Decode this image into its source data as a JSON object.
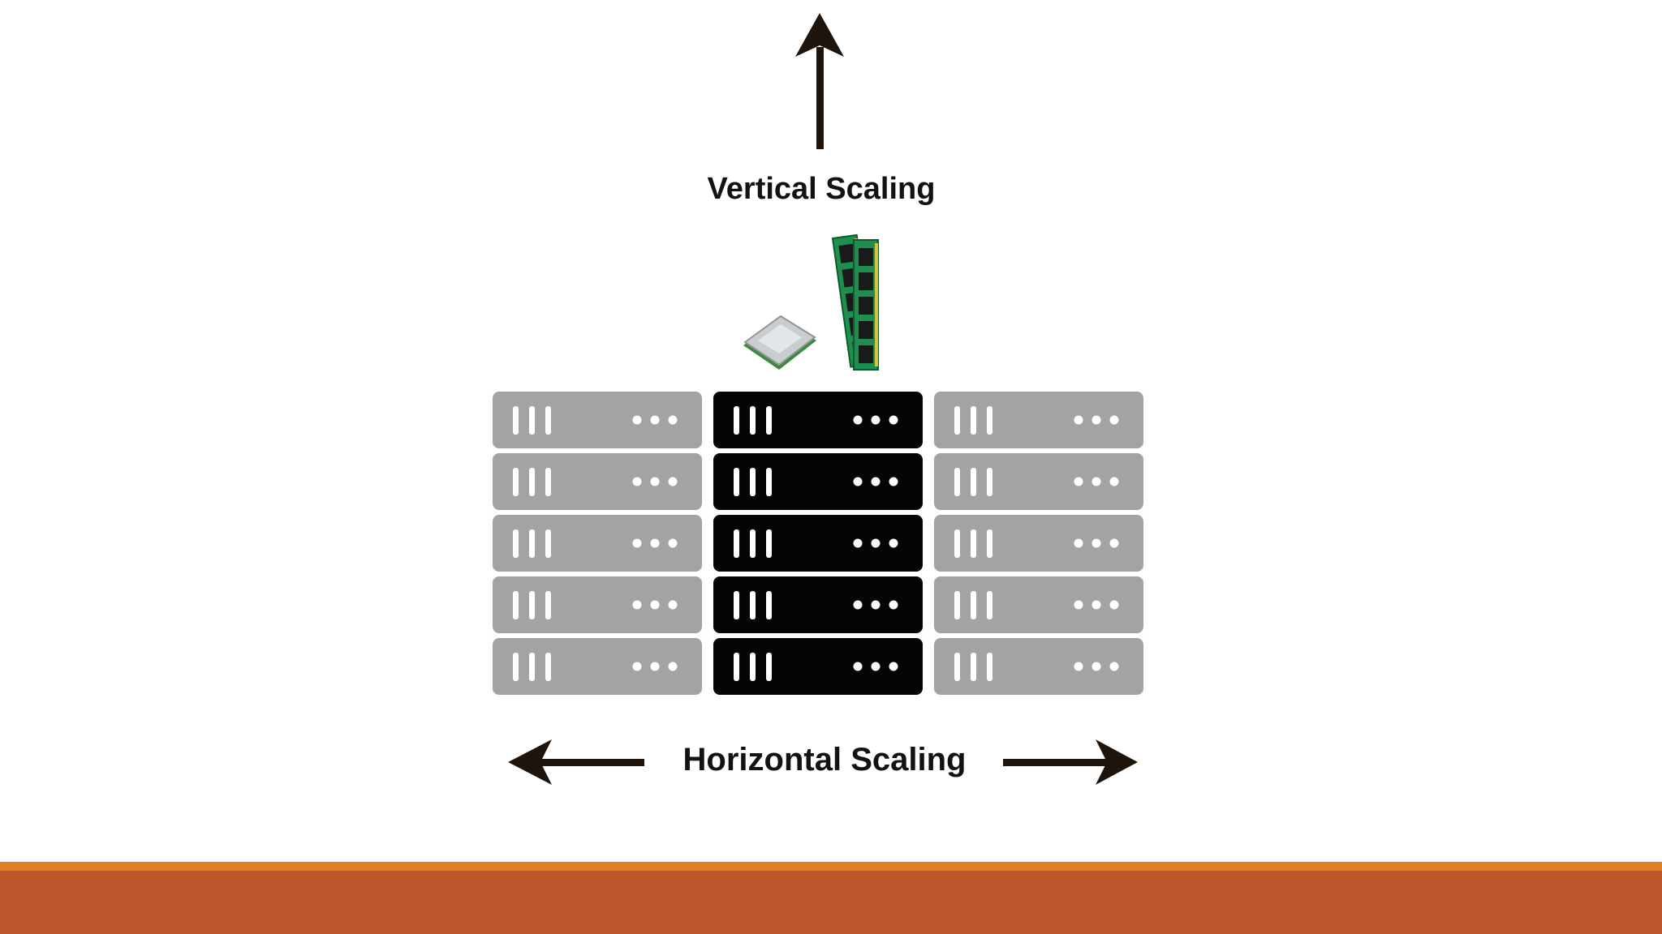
{
  "diagram": {
    "vertical_label": "Vertical Scaling",
    "horizontal_label": "Horizontal Scaling"
  },
  "colors": {
    "server_inactive": "#a3a3a3",
    "server_active": "#050505",
    "server_detail": "#ffffff",
    "arrow": "#1e140c",
    "footer_stripe": "#e07f22",
    "footer_bar": "#bc572b",
    "ram_green": "#1f8f4f",
    "ram_chip": "#1a1a1a",
    "ram_gold": "#d9c23a",
    "cpu_silver": "#c9cdd0",
    "cpu_green": "#3c8a3c"
  },
  "icons": {
    "up_arrow": "arrow-up-icon",
    "left_arrow": "arrow-left-icon",
    "right_arrow": "arrow-right-icon",
    "cpu": "cpu-chip-icon",
    "ram": "ram-module-icon",
    "server": "server-unit-icon"
  },
  "server_racks": [
    {
      "name": "server-rack-left",
      "highlighted": false,
      "units": 5
    },
    {
      "name": "server-rack-center",
      "highlighted": true,
      "units": 5
    },
    {
      "name": "server-rack-right",
      "highlighted": false,
      "units": 5
    }
  ]
}
